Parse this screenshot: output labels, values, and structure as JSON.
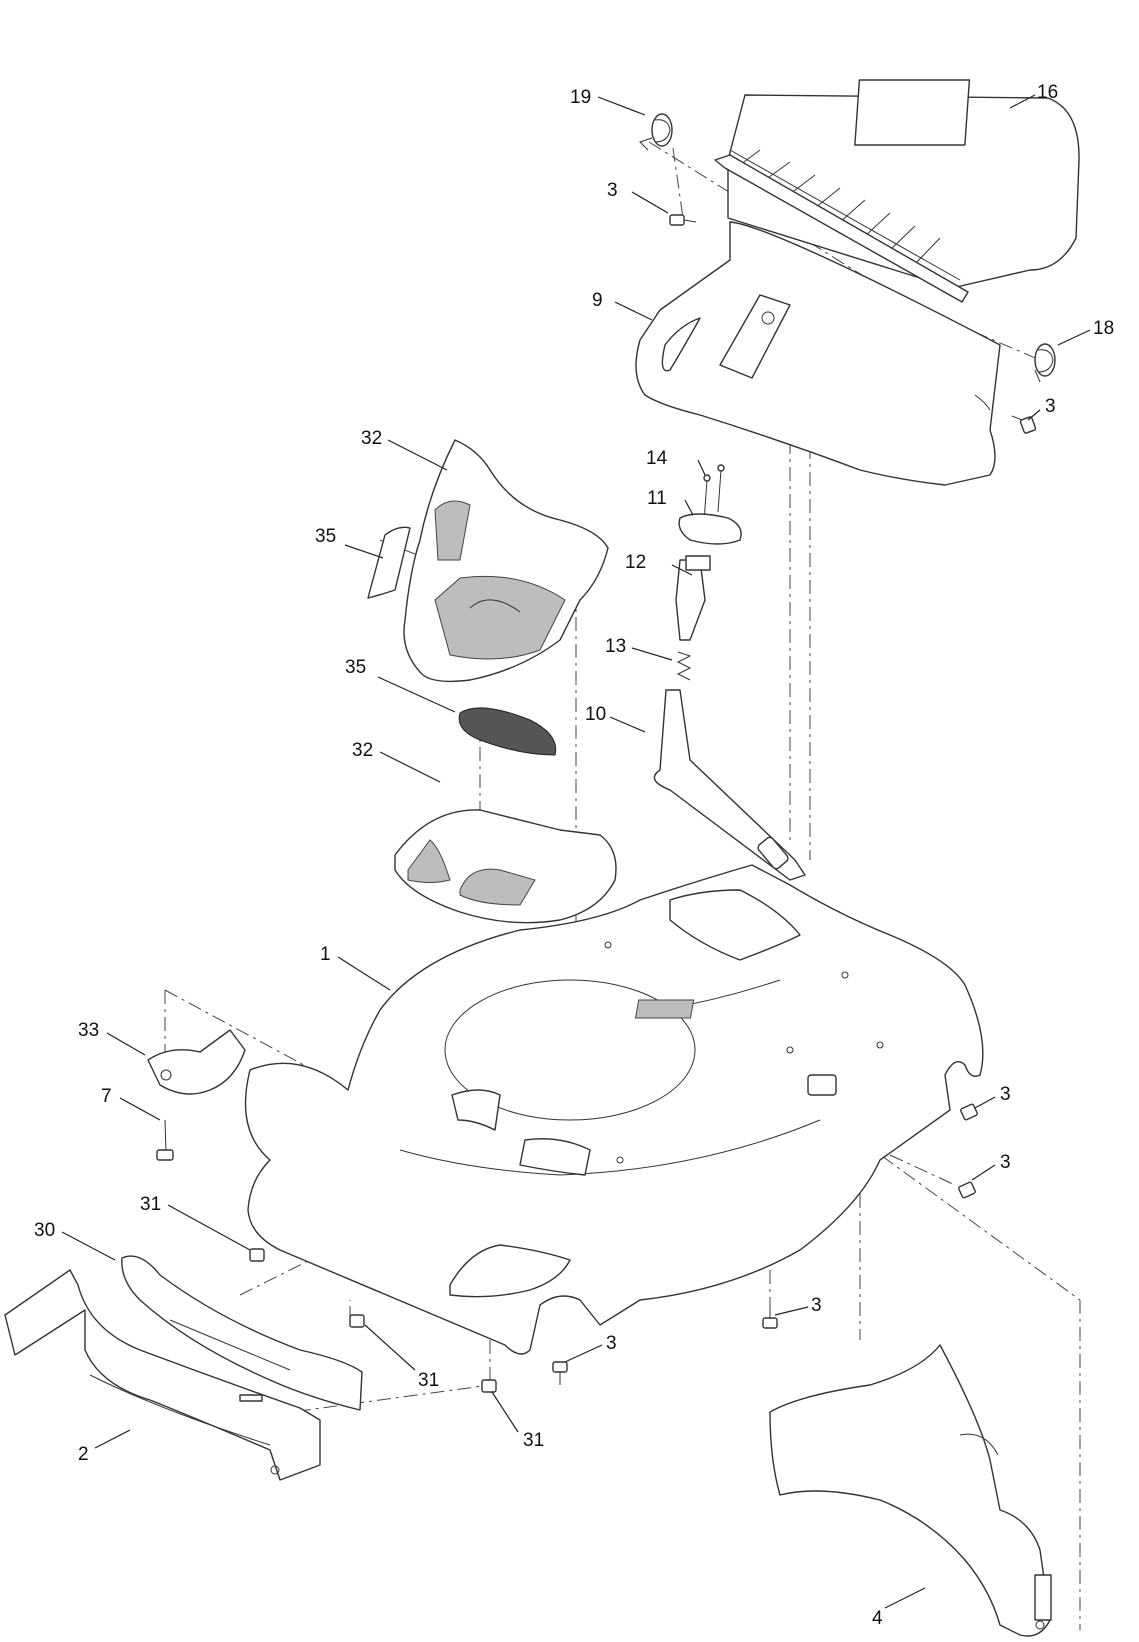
{
  "callouts": [
    {
      "id": "c19",
      "label": "19"
    },
    {
      "id": "c16",
      "label": "16"
    },
    {
      "id": "c3a",
      "label": "3"
    },
    {
      "id": "c9",
      "label": "9"
    },
    {
      "id": "c18",
      "label": "18"
    },
    {
      "id": "c3b",
      "label": "3"
    },
    {
      "id": "c32a",
      "label": "32"
    },
    {
      "id": "c14",
      "label": "14"
    },
    {
      "id": "c11",
      "label": "11"
    },
    {
      "id": "c35a",
      "label": "35"
    },
    {
      "id": "c12",
      "label": "12"
    },
    {
      "id": "c13",
      "label": "13"
    },
    {
      "id": "c35b",
      "label": "35"
    },
    {
      "id": "c10",
      "label": "10"
    },
    {
      "id": "c32b",
      "label": "32"
    },
    {
      "id": "c1",
      "label": "1"
    },
    {
      "id": "c33",
      "label": "33"
    },
    {
      "id": "c7",
      "label": "7"
    },
    {
      "id": "c3c",
      "label": "3"
    },
    {
      "id": "c3d",
      "label": "3"
    },
    {
      "id": "c31a",
      "label": "31"
    },
    {
      "id": "c30",
      "label": "30"
    },
    {
      "id": "c3e",
      "label": "3"
    },
    {
      "id": "c3f",
      "label": "3"
    },
    {
      "id": "c31b",
      "label": "31"
    },
    {
      "id": "c31c",
      "label": "31"
    },
    {
      "id": "c2",
      "label": "2"
    },
    {
      "id": "c4",
      "label": "4"
    }
  ]
}
